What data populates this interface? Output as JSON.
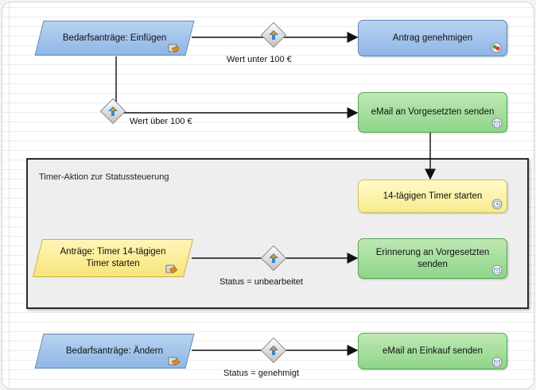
{
  "nodes": {
    "bedarf_einfuegen": "Bedarfsanträge: Einfügen",
    "antrag_genehmigen": "Antrag genehmigen",
    "email_vorgesetzten": "eMail an Vorgesetzten senden",
    "timer_starten": "14-tägigen Timer starten",
    "antraege_timer": "Anträge: Timer 14-tägigen Timer starten",
    "erinnerung": "Erinnerung an Vorgesetzten senden",
    "bedarf_aendern": "Bedarfsanträge: Ändern",
    "email_einkauf": "eMail an Einkauf senden"
  },
  "conditions": {
    "unter_100": "Wert unter 100 €",
    "ueber_100": "Wert über 100 €",
    "unbearbeitet": "Status = unbearbeitet",
    "genehmigt": "Status = genehmigt"
  },
  "group": {
    "title": "Timer-Aktion zur Statussteuerung"
  },
  "colors": {
    "event_blue": "#9dc1ec",
    "action_green": "#a3dd9b",
    "timer_yellow": "#f8ea8a",
    "line": "#111111"
  }
}
